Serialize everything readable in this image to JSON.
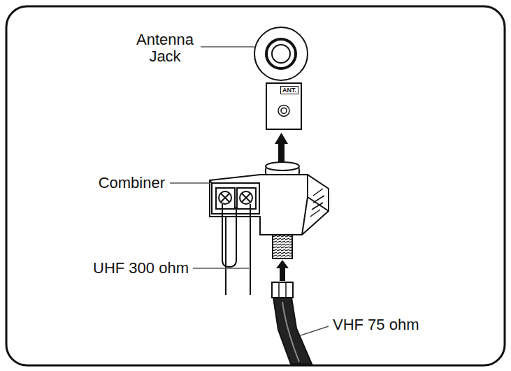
{
  "diagram": {
    "nodes": [
      {
        "text": [
          "ANT."
        ]
      }
    ],
    "labels": [
      "Antenna Jack",
      "Combiner",
      "UHF 300 ohm",
      "VHF 75 ohm"
    ]
  }
}
